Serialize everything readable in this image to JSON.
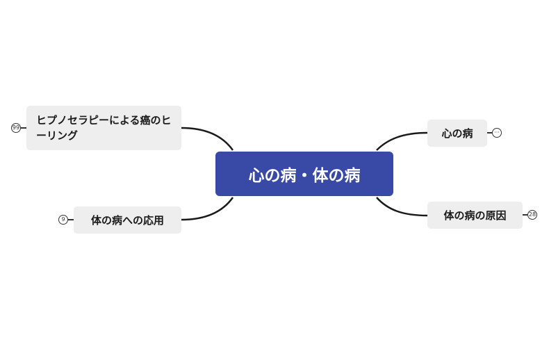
{
  "central_topic": {
    "label": "心の病・体の病",
    "color": "#3849a6"
  },
  "topics": {
    "hypnotherapy": {
      "label": "ヒプノセラピーによる癌のヒーリング",
      "collapsed_count": "99"
    },
    "application": {
      "label": "体の病への応用",
      "collapsed_count": "9"
    },
    "mind": {
      "label": "心の病",
      "collapsed_indicator": "···"
    },
    "cause": {
      "label": "体の病の原因",
      "collapsed_count": "28"
    }
  },
  "colors": {
    "topic_background": "#eeeeee",
    "connector": "#1a1a1a"
  }
}
